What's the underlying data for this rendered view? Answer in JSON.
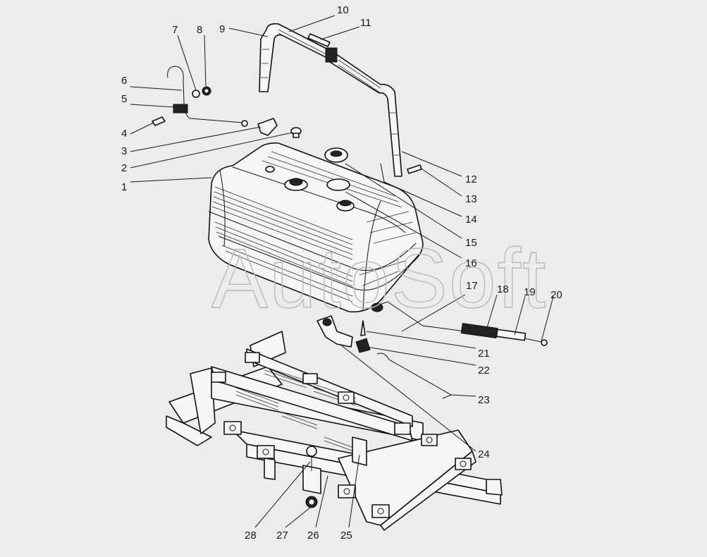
{
  "watermark": "AutoSoft",
  "callouts": [
    {
      "label": "1"
    },
    {
      "label": "2"
    },
    {
      "label": "3"
    },
    {
      "label": "4"
    },
    {
      "label": "5"
    },
    {
      "label": "6"
    },
    {
      "label": "7"
    },
    {
      "label": "8"
    },
    {
      "label": "9"
    },
    {
      "label": "10"
    },
    {
      "label": "11"
    },
    {
      "label": "12"
    },
    {
      "label": "13"
    },
    {
      "label": "14"
    },
    {
      "label": "15"
    },
    {
      "label": "16"
    },
    {
      "label": "17"
    },
    {
      "label": "18"
    },
    {
      "label": "19"
    },
    {
      "label": "20"
    },
    {
      "label": "21"
    },
    {
      "label": "22"
    },
    {
      "label": "23"
    },
    {
      "label": "24"
    },
    {
      "label": "25"
    },
    {
      "label": "26"
    },
    {
      "label": "27"
    },
    {
      "label": "28"
    }
  ]
}
